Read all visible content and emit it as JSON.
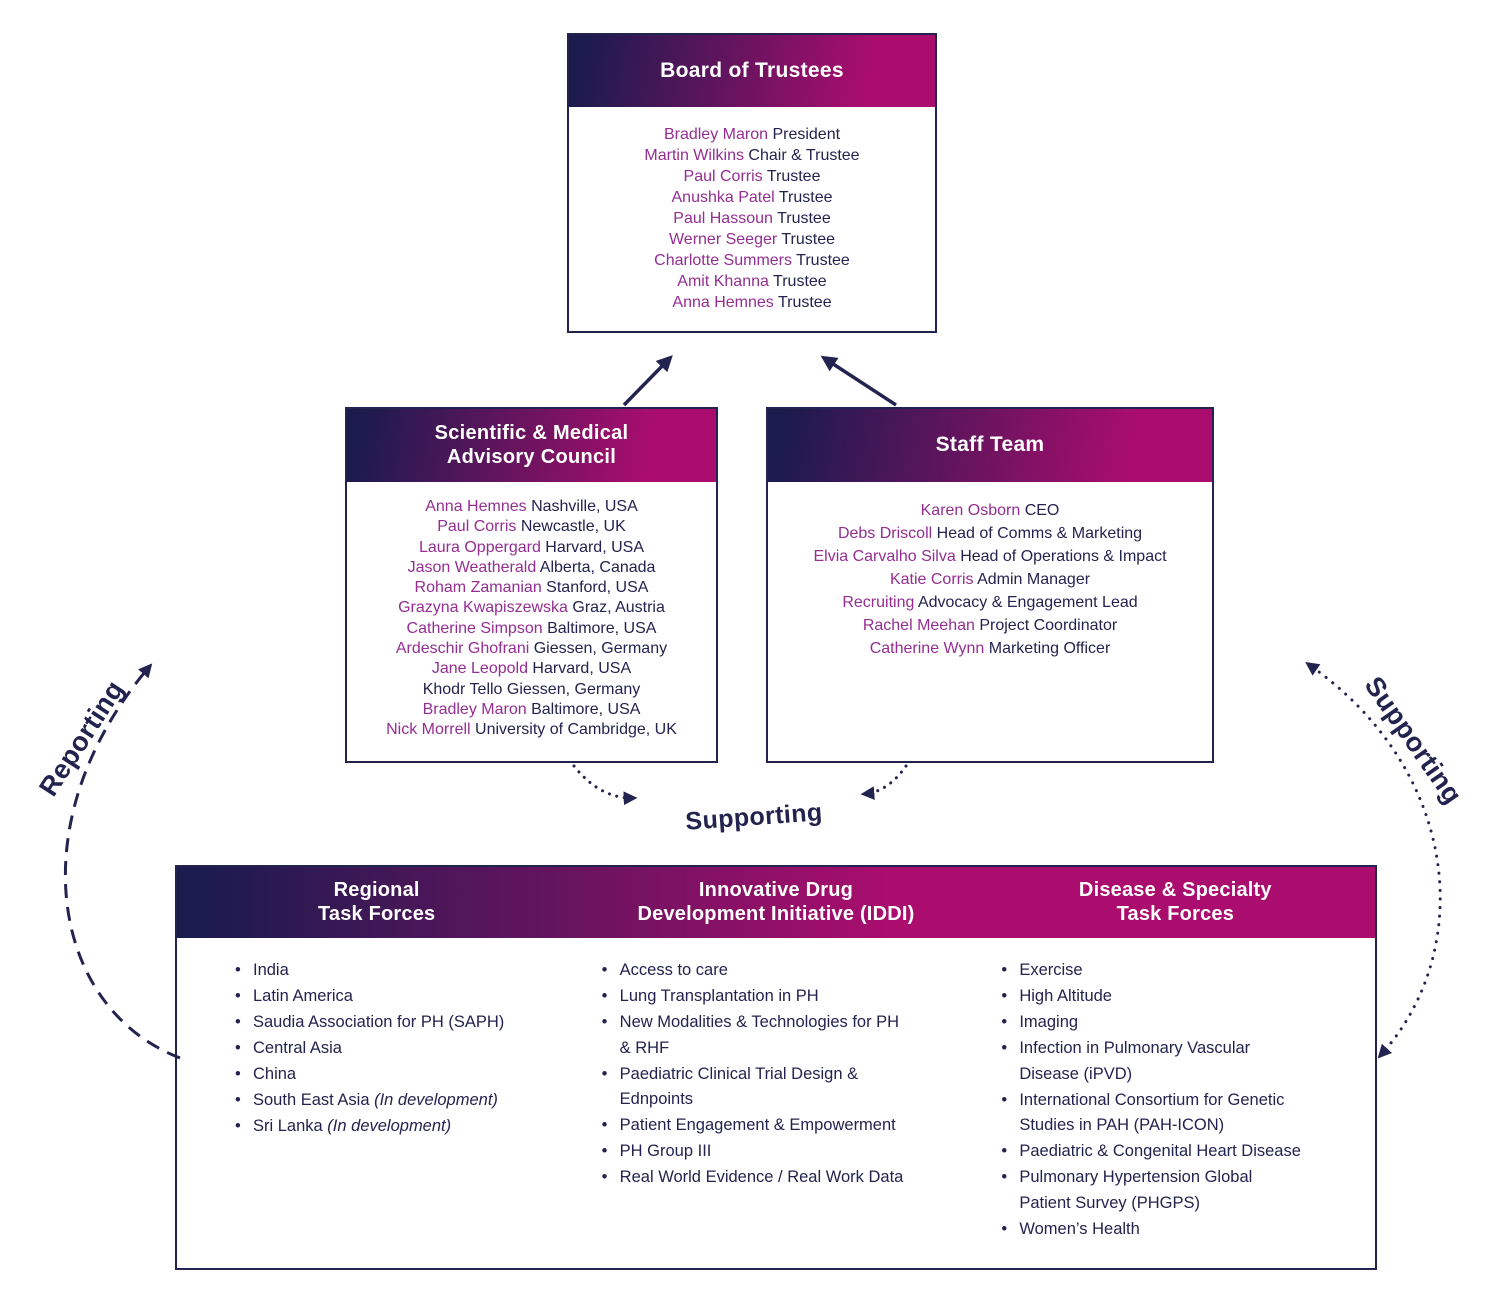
{
  "colors": {
    "navy": "#23234f",
    "magenta": "#ab0d6e",
    "purple_name": "#942e92"
  },
  "board": {
    "title": "Board of Trustees",
    "members": [
      {
        "name": "Bradley Maron",
        "role": "President"
      },
      {
        "name": "Martin Wilkins",
        "role": "Chair & Trustee"
      },
      {
        "name": "Paul Corris",
        "role": "Trustee"
      },
      {
        "name": "Anushka Patel",
        "role": "Trustee"
      },
      {
        "name": "Paul Hassoun",
        "role": "Trustee"
      },
      {
        "name": "Werner Seeger",
        "role": "Trustee"
      },
      {
        "name": "Charlotte Summers",
        "role": "Trustee"
      },
      {
        "name": "Amit Khanna",
        "role": "Trustee"
      },
      {
        "name": "Anna Hemnes",
        "role": "Trustee"
      }
    ]
  },
  "council": {
    "title_lines": [
      "Scientific & Medical",
      "Advisory Council"
    ],
    "members": [
      {
        "name": "Anna Hemnes",
        "role": "Nashville, USA"
      },
      {
        "name": "Paul Corris",
        "role": "Newcastle, UK"
      },
      {
        "name": "Laura Oppergard",
        "role": "Harvard, USA"
      },
      {
        "name": "Jason Weatherald",
        "role": "Alberta, Canada"
      },
      {
        "name": "Roham Zamanian",
        "role": "Stanford, USA"
      },
      {
        "name": "Grazyna Kwapiszewska",
        "role": "Graz, Austria"
      },
      {
        "name": "Catherine Simpson",
        "role": "Baltimore, USA"
      },
      {
        "name": "Ardeschir Ghofrani",
        "role": "Giessen, Germany"
      },
      {
        "name": "Jane Leopold",
        "role": "Harvard, USA"
      },
      {
        "name": "Khodr Tello",
        "role": "Giessen, Germany",
        "navy_name": true
      },
      {
        "name": "Bradley Maron",
        "role": "Baltimore, USA"
      },
      {
        "name": "Nick Morrell",
        "role": "University of Cambridge, UK"
      }
    ]
  },
  "staff": {
    "title": "Staff Team",
    "members": [
      {
        "name": "Karen Osborn",
        "role": "CEO"
      },
      {
        "name": "Debs Driscoll",
        "role": "Head of Comms & Marketing"
      },
      {
        "name": "Elvia Carvalho Silva",
        "role": "Head of Operations & Impact"
      },
      {
        "name": "Katie Corris",
        "role": "Admin Manager"
      },
      {
        "name": "Recruiting",
        "role": "Advocacy & Engagement Lead"
      },
      {
        "name": "Rachel Meehan",
        "role": "Project Coordinator"
      },
      {
        "name": "Catherine Wynn",
        "role": "Marketing Officer"
      }
    ]
  },
  "task_forces": {
    "columns": [
      {
        "title_lines": [
          "Regional",
          "Task Forces"
        ],
        "items": [
          {
            "text": "India"
          },
          {
            "text": "Latin America"
          },
          {
            "text": "Saudia Association for PH (SAPH)"
          },
          {
            "text": "Central Asia"
          },
          {
            "text": "China"
          },
          {
            "text": "South East Asia",
            "note": "(In development)"
          },
          {
            "text": "Sri Lanka",
            "note": "(In development)"
          }
        ]
      },
      {
        "title_lines": [
          "Innovative Drug",
          "Development Initiative (IDDI)"
        ],
        "items": [
          {
            "text": "Access to care"
          },
          {
            "text": "Lung Transplantation in PH"
          },
          {
            "text": "New Modalities & Technologies for PH & RHF"
          },
          {
            "text": "Paediatric Clinical Trial Design & Ednpoints"
          },
          {
            "text": "Patient Engagement & Empowerment"
          },
          {
            "text": "PH Group III"
          },
          {
            "text": "Real World Evidence / Real Work Data"
          }
        ]
      },
      {
        "title_lines": [
          "Disease & Specialty",
          "Task Forces"
        ],
        "items": [
          {
            "text": "Exercise"
          },
          {
            "text": "High Altitude"
          },
          {
            "text": "Imaging"
          },
          {
            "text": "Infection in Pulmonary Vascular Disease (iPVD)"
          },
          {
            "text": "International Consortium for Genetic Studies in PAH (PAH-ICON)"
          },
          {
            "text": "Paediatric & Congenital Heart Disease"
          },
          {
            "text": "Pulmonary Hypertension Global Patient Survey (PHGPS)"
          },
          {
            "text": "Women’s Health"
          }
        ]
      }
    ]
  },
  "labels": {
    "reporting": "Reporting",
    "supporting_center": "Supporting",
    "supporting_right": "Supporting"
  }
}
